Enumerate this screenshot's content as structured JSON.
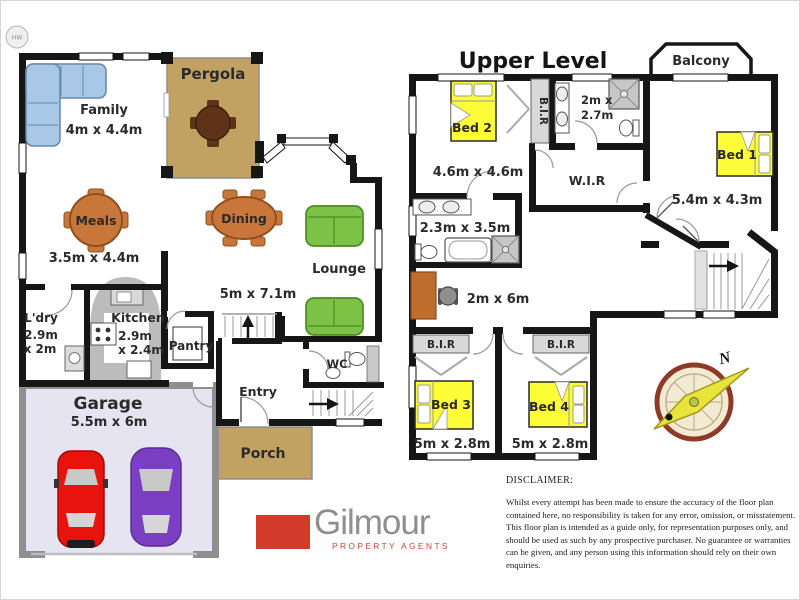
{
  "ground": {
    "hw_unit": "HW",
    "family": {
      "name": "Family",
      "dims": "4m x 4.4m"
    },
    "pergola": {
      "name": "Pergola"
    },
    "meals": {
      "name": "Meals",
      "dims": "3.5m x 4.4m"
    },
    "dining": {
      "name": "Dining"
    },
    "lounge": {
      "name": "Lounge",
      "dims": "5m x 7.1m"
    },
    "laundry": {
      "name": "L'dry",
      "dims1": "2.9m",
      "dims2": "x 2m"
    },
    "kitchen": {
      "name": "Kitchen",
      "dims1": "2.9m",
      "dims2": "x 2.4m"
    },
    "pantry": {
      "name": "Pantry"
    },
    "entry": {
      "name": "Entry"
    },
    "wc": {
      "name": "WC"
    },
    "porch": {
      "name": "Porch"
    },
    "garage": {
      "name": "Garage",
      "dims": "5.5m x 6m"
    }
  },
  "upper": {
    "title": "Upper Level",
    "balcony": {
      "name": "Balcony"
    },
    "bed2": {
      "name": "Bed 2",
      "dims": "4.6m x 4.6m"
    },
    "bir_bed2": "B.I.R",
    "ensuite": {
      "dims1": "2m x",
      "dims2": "2.7m"
    },
    "wir": {
      "name": "W.I.R"
    },
    "bed1": {
      "name": "Bed 1",
      "dims": "5.4m x 4.3m"
    },
    "bathroom": {
      "dims": "2.3m x 3.5m"
    },
    "hallway": {
      "dims": "2m x 6m"
    },
    "bed3": {
      "name": "Bed 3",
      "dims": "5m x 2.8m",
      "bir": "B.I.R"
    },
    "bed4": {
      "name": "Bed 4",
      "dims": "5m x 2.8m",
      "bir": "B.I.R"
    }
  },
  "compass": {
    "north": "N"
  },
  "logo": {
    "brand": "Gilmour",
    "tagline": "PROPERTY AGENTS",
    "accent": "#d23b2a"
  },
  "disclaimer": {
    "title": "DISCLAIMER:",
    "body": "Whilst every attempt has been made to ensure the accuracy of the floor plan contained here, no responsibility is taken for any error, omission, or misstatement. This floor plan is intended as a guide only, for representation purposes only, and should be used as such by any prospective purchaser. No guarantee or warranties can be given, and any person using this information should rely on their own enquiries."
  },
  "colors": {
    "wall": "#161616",
    "pergola_tan": "#c1a262",
    "garage_floor": "#e7e4f2",
    "bed_yellow": "#fdfd38",
    "sofa_green": "#7cc247",
    "sofa_blue": "#a9c7e6",
    "table_brown": "#c8763a",
    "logo_red": "#d23b2a"
  }
}
